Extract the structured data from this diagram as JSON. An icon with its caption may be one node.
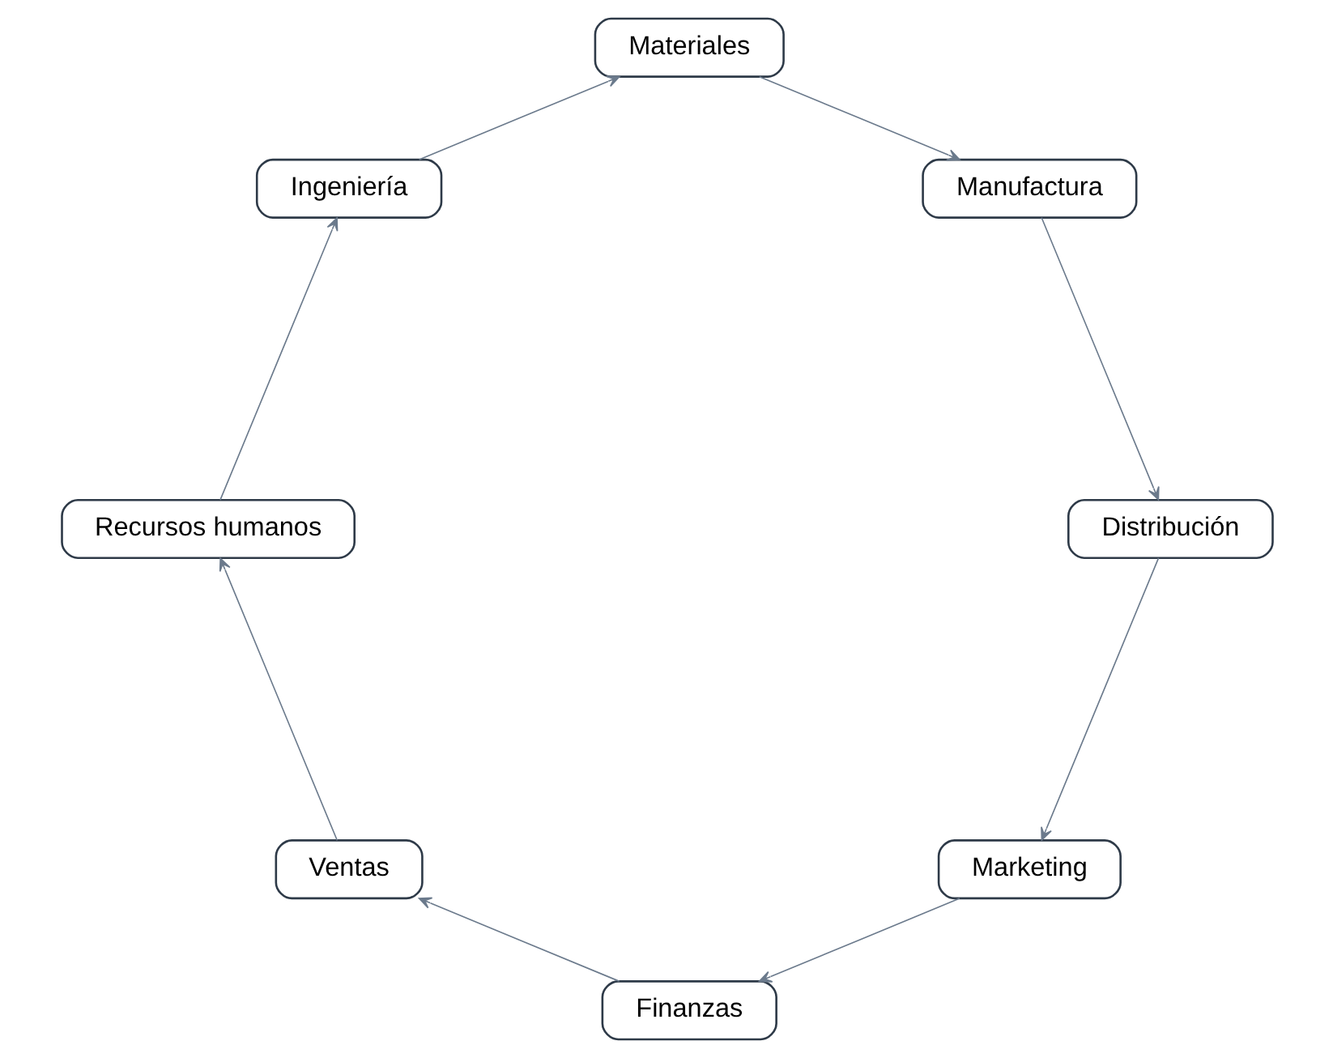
{
  "diagram": {
    "nodes": [
      {
        "text": [
          "Marketing"
        ]
      },
      {
        "text": [
          "Distribución"
        ]
      },
      {
        "text": [
          "Finanzas"
        ]
      },
      {
        "text": [
          "Manufactura"
        ]
      },
      {
        "text": [
          "Ventas"
        ]
      },
      {
        "text": [
          "Materiales"
        ]
      },
      {
        "text": [
          "Recursos humanos"
        ]
      },
      {
        "text": [
          "Ingeniería"
        ]
      }
    ],
    "edges": [
      {
        "from": 0,
        "to": 2,
        "arrow": "to"
      },
      {
        "from": 2,
        "to": 4,
        "arrow": "to"
      },
      {
        "from": 4,
        "to": 6,
        "arrow": "to"
      },
      {
        "from": 6,
        "to": 7,
        "arrow": "to"
      },
      {
        "from": 7,
        "to": 5,
        "arrow": "to"
      },
      {
        "from": 5,
        "to": 3,
        "arrow": "to"
      },
      {
        "from": 3,
        "to": 1,
        "arrow": "to"
      },
      {
        "from": 1,
        "to": 0,
        "arrow": "to"
      }
    ]
  }
}
